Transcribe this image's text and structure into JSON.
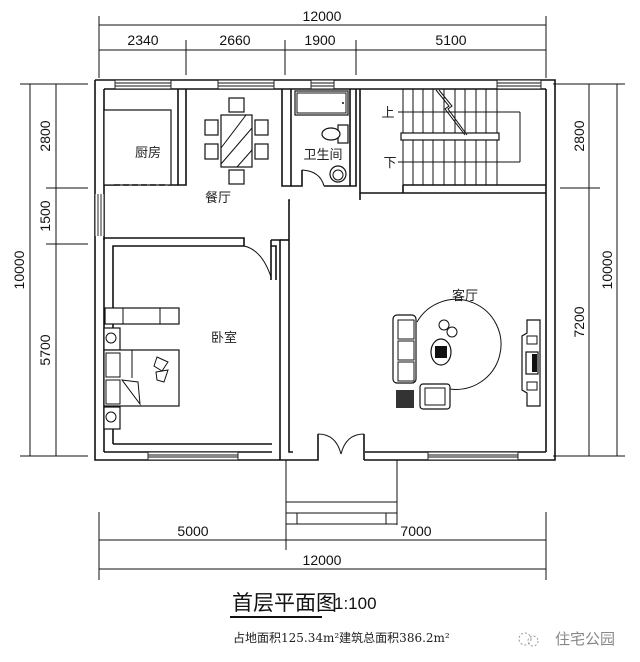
{
  "drawing": {
    "title": "首层平面图",
    "scale": "1:100",
    "area_note": "占地面积125.34m²建筑总面积386.2m²",
    "watermark": "住宅公园",
    "watermark_icon": "wechat-icon"
  },
  "dimensions": {
    "top_total": "12000",
    "top_segments": [
      "2340",
      "2660",
      "1900",
      "5100"
    ],
    "bottom_total": "12000",
    "bottom_segments": [
      "5000",
      "7000"
    ],
    "left_total": "10000",
    "left_segments": [
      "2800",
      "1500",
      "5700"
    ],
    "right_total": "10000",
    "right_segments": [
      "2800",
      "7200"
    ]
  },
  "rooms": {
    "kitchen": "厨房",
    "dining": "餐厅",
    "bathroom": "卫生间",
    "bedroom": "卧室",
    "living": "客厅"
  },
  "stairs": {
    "up_label": "上",
    "down_label": "下"
  }
}
